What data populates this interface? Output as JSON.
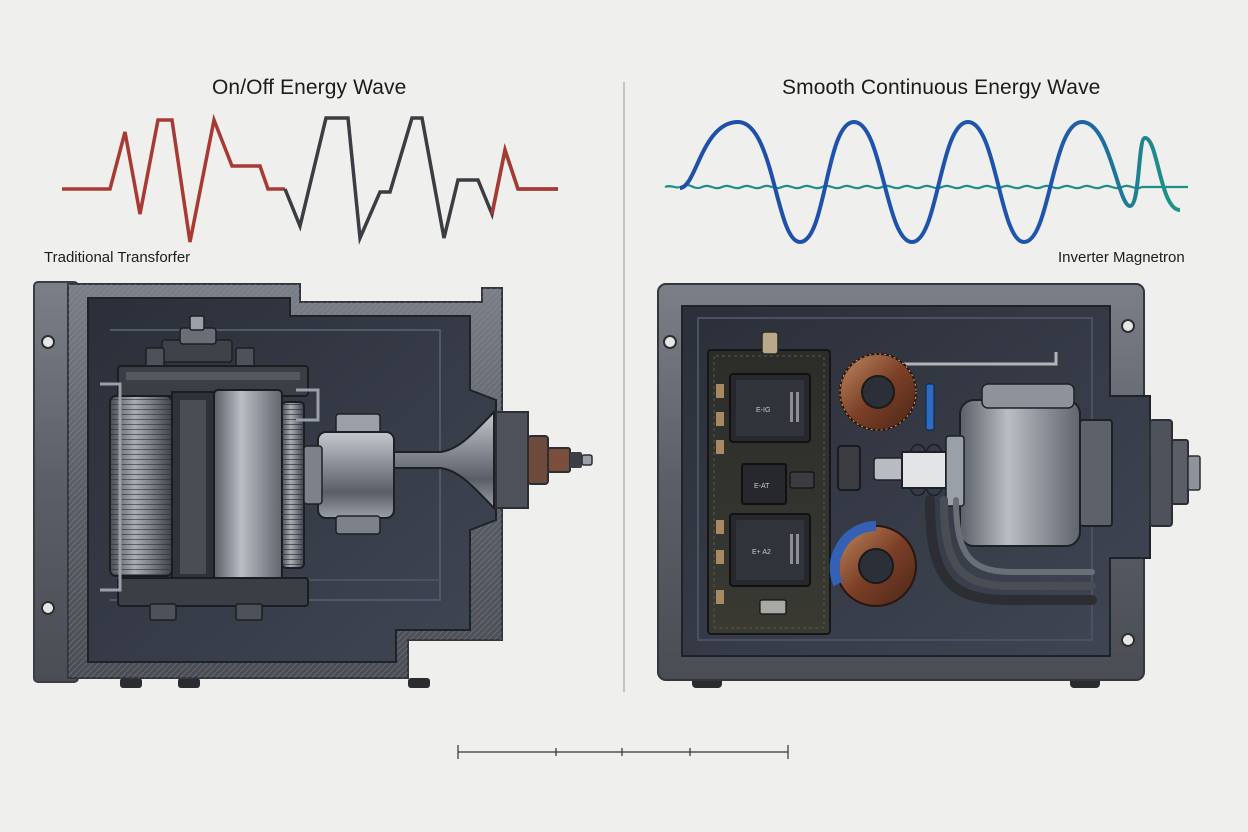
{
  "left": {
    "wave_title": "On/Off Energy Wave",
    "device_label": "Traditional Transforfer"
  },
  "right": {
    "wave_title": "Smooth Continuous Energy Wave",
    "device_label": "Inverter Magnetron"
  },
  "chip_labels": [
    "E-IG",
    "E-AT",
    "E+ A2"
  ],
  "colors": {
    "left_wave_red": "#a73a32",
    "left_wave_dark": "#3a3d43",
    "right_wave_blue": "#1f4fa8",
    "right_wave_teal": "#1f8f86",
    "housing": "#5d6169",
    "cavity": "#363b47",
    "copper": "#8a4a2c"
  },
  "icons": {
    "left_device": "transformer-cutaway-icon",
    "right_device": "inverter-circuit-cutaway-icon"
  }
}
